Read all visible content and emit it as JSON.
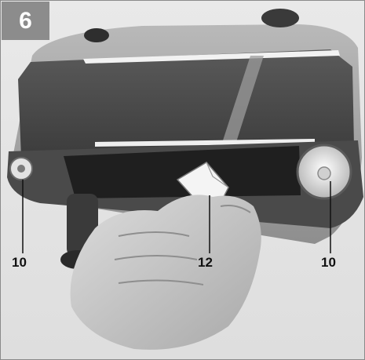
{
  "figure": {
    "step_number": "6",
    "callouts": [
      {
        "label": "10"
      },
      {
        "label": "12"
      },
      {
        "label": "10"
      }
    ]
  },
  "colors": {
    "badge_bg": "#8c8c8c",
    "badge_text": "#ffffff",
    "frame_border": "#8a8a8a",
    "callout_text": "#111111"
  }
}
